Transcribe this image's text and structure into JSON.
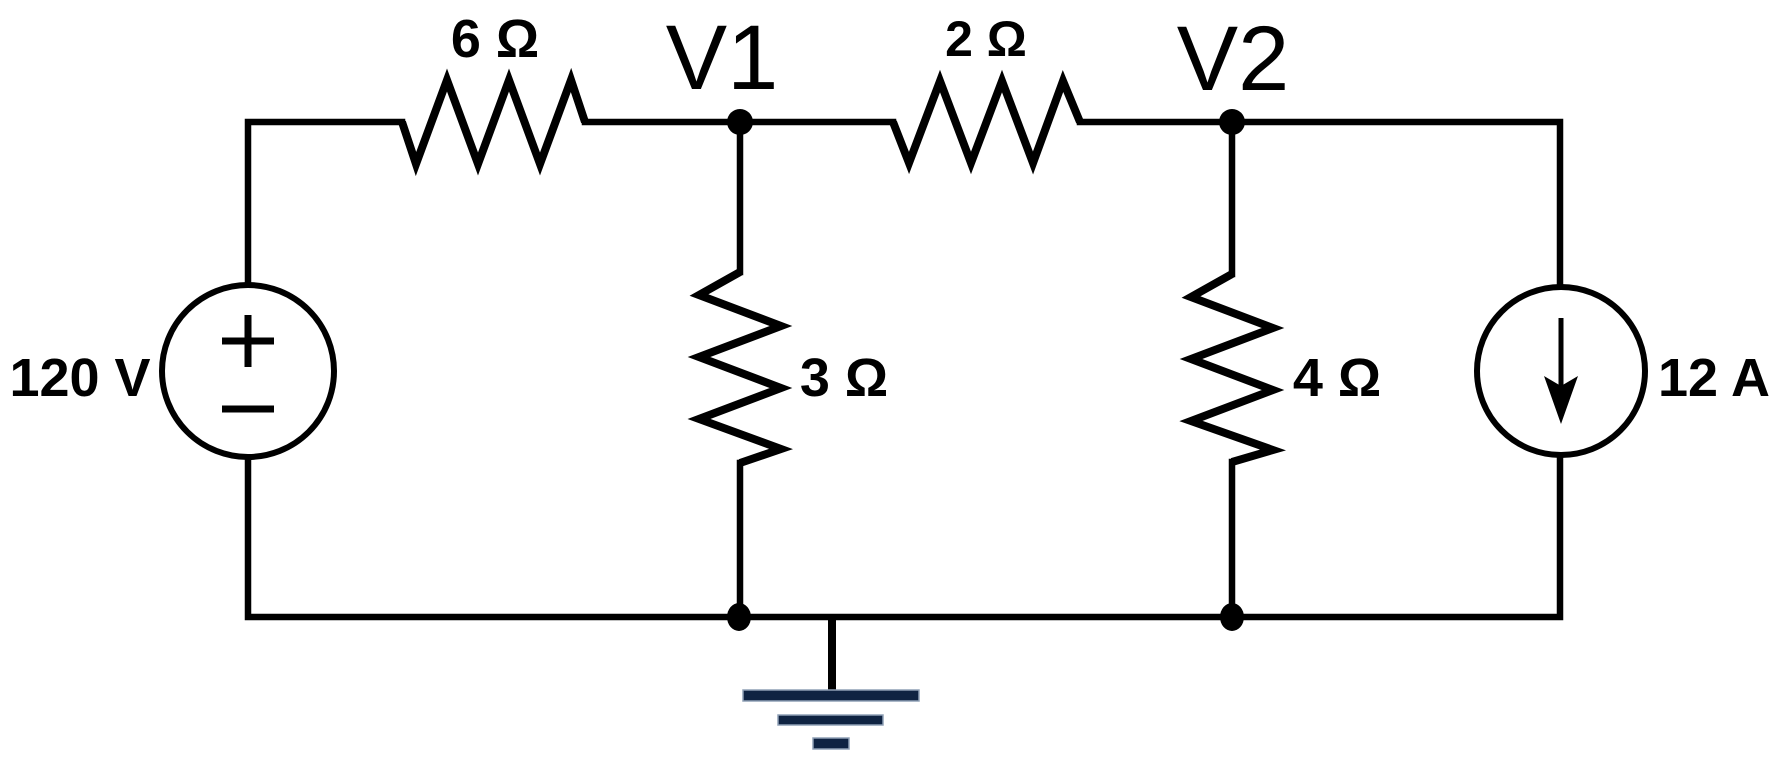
{
  "colors": {
    "wire": "#000000",
    "ground": "#0f2342",
    "background": "#ffffff"
  },
  "circuit": {
    "node_labels": {
      "v1": "V1",
      "v2": "V2"
    },
    "components": {
      "voltage_source": {
        "label": "120 V",
        "polarity": "plus-on-top"
      },
      "resistor_6ohm": {
        "label": "6 Ω"
      },
      "resistor_2ohm": {
        "label": "2 Ω"
      },
      "resistor_3ohm": {
        "label": "3 Ω"
      },
      "resistor_4ohm": {
        "label": "4 Ω"
      },
      "current_source": {
        "label": "12 A",
        "direction": "down"
      }
    }
  }
}
